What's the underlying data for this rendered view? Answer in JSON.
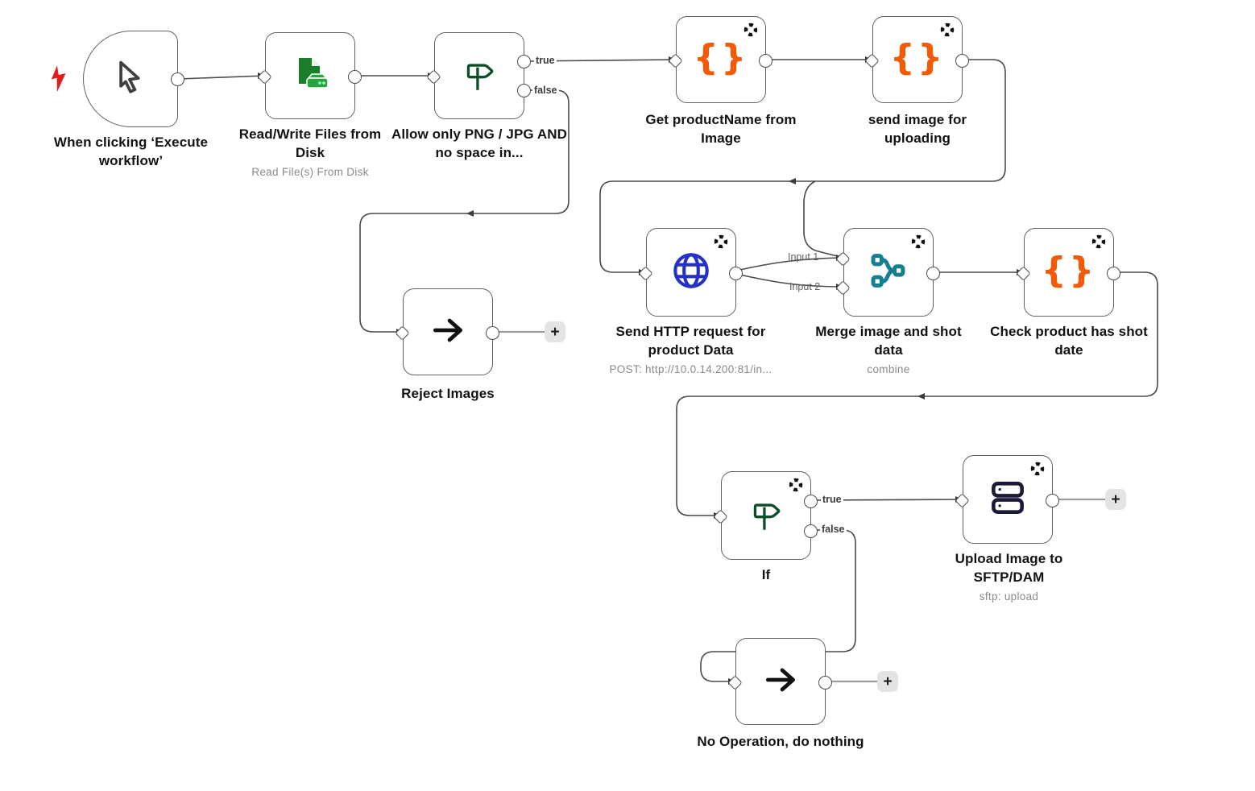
{
  "app": "workflow-canvas",
  "colors": {
    "code_orange": "#f35a05",
    "merge_teal": "#14808f",
    "http_blue": "#2531c4",
    "file_green": "#1a7d2b",
    "signpost_green": "#0c4f26",
    "server_navy": "#1b1b38",
    "bolt_red": "#e11d1d",
    "edge_gray": "#4a4a4a"
  },
  "nodes": {
    "trigger": {
      "label": "When clicking ‘Execute workflow’",
      "icon": "cursor"
    },
    "readwrite": {
      "label": "Read/Write Files from Disk",
      "subtitle": "Read File(s) From Disk",
      "icon": "file-disk"
    },
    "allow": {
      "label": "Allow only PNG / JPG AND no space in...",
      "icon": "signpost"
    },
    "getname": {
      "label": "Get productName from Image",
      "icon": "braces",
      "braces_glyph": "{}"
    },
    "sendimg": {
      "label": "send image for uploading",
      "icon": "braces",
      "braces_glyph": "{}"
    },
    "http": {
      "label": "Send HTTP request for product Data",
      "subtitle": "POST: http://10.0.14.200:81/in...",
      "icon": "globe"
    },
    "merge": {
      "label": "Merge image and shot data",
      "subtitle": "combine",
      "icon": "merge"
    },
    "check": {
      "label": "Check product has shot date",
      "icon": "braces",
      "braces_glyph": "{}"
    },
    "reject": {
      "label": "Reject Images",
      "icon": "arrow"
    },
    "if": {
      "label": "If",
      "icon": "signpost"
    },
    "upload": {
      "label": "Upload Image to SFTP/DAM",
      "subtitle": "sftp: upload",
      "icon": "server"
    },
    "noop": {
      "label": "No Operation, do nothing",
      "icon": "arrow"
    }
  },
  "edge_labels": {
    "allow_true": "true",
    "allow_false": "false",
    "merge_input1": "Input 1",
    "merge_input2": "Input 2",
    "if_true": "true",
    "if_false": "false"
  },
  "plus_button": "+"
}
